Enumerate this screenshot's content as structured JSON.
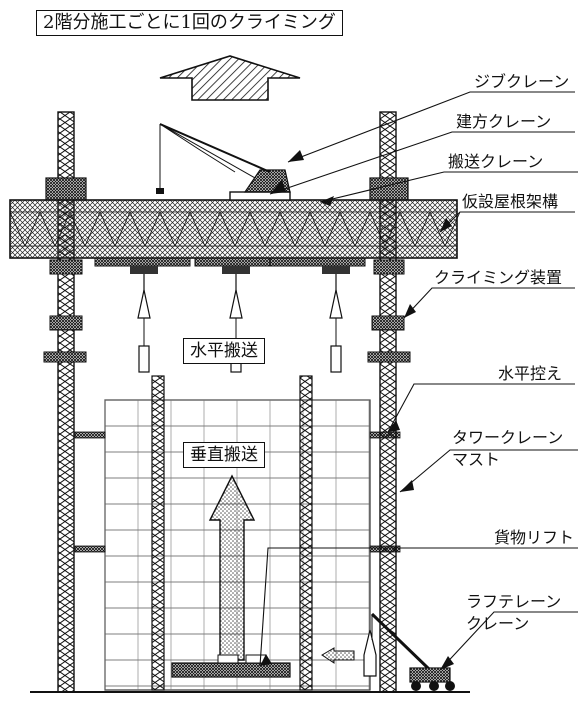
{
  "title": "2階分施工ごとに1回のクライミング",
  "labels": {
    "horizontal": "水平搬送",
    "vertical": "垂直搬送"
  },
  "callouts": [
    {
      "key": "jib",
      "text": "ジブクレーン"
    },
    {
      "key": "erection",
      "text": "建方クレーン"
    },
    {
      "key": "transport",
      "text": "搬送クレーン"
    },
    {
      "key": "roof",
      "text": "仮設屋根架構"
    },
    {
      "key": "climbing",
      "text": "クライミング装置"
    },
    {
      "key": "brace",
      "text": "水平控え"
    },
    {
      "key": "mast1",
      "text": "タワークレーン"
    },
    {
      "key": "mast2",
      "text": "マスト"
    },
    {
      "key": "lift",
      "text": "貨物リフト"
    },
    {
      "key": "rough1",
      "text": "ラフテレーン"
    },
    {
      "key": "rough2",
      "text": "クレーン"
    }
  ]
}
